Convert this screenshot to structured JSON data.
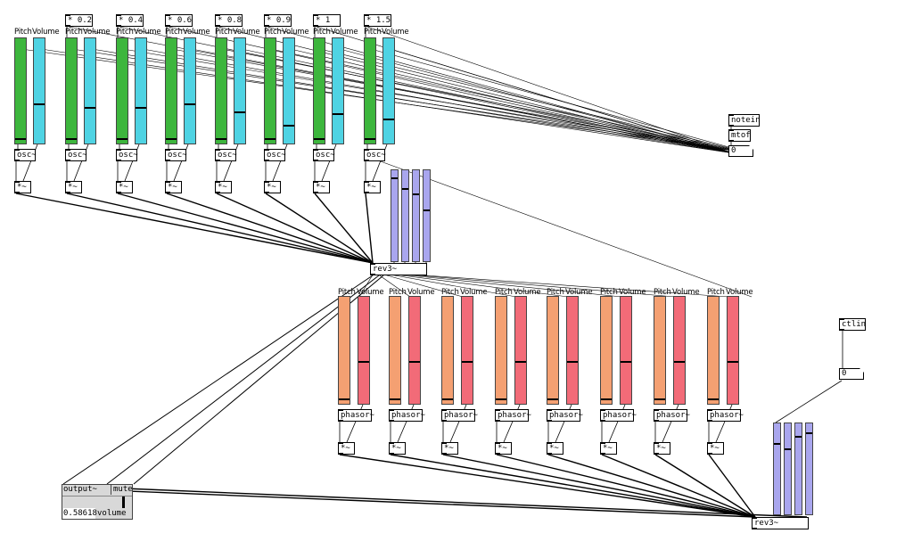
{
  "labels": {
    "pitch": "Pitch",
    "volume": "Volume"
  },
  "top_multipliers": [
    "* 0.2",
    "* 0.4",
    "* 0.6",
    "* 0.8",
    "* 0.9",
    "* 1",
    "* 1.5"
  ],
  "osc_label": "osc~",
  "phasor_label": "phasor~",
  "mult_label": "*~",
  "rev_label": "rev3~",
  "notein_label": "notein",
  "mtof_label": "mtof",
  "ctlin_label": "ctlin",
  "notein_number": "0",
  "ctlin_number": "0",
  "output": {
    "name": "output~",
    "mute_label": "mute",
    "level_value": "0.58618",
    "volume_label": "volume"
  },
  "colors": {
    "pitch_top": "#3db63d",
    "volume_top": "#4fd3e3",
    "pitch_bottom": "#f4a072",
    "volume_bottom": "#f26b78",
    "rev_sliders": "#a9a6ee"
  }
}
